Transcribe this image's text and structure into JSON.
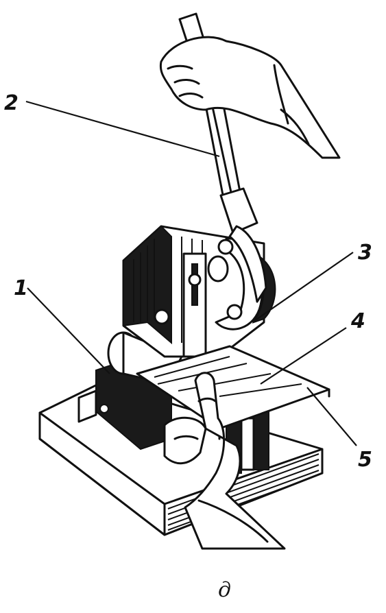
{
  "labels": {
    "l1": "1",
    "l2": "2",
    "l3": "3",
    "l4": "4",
    "l5": "5"
  },
  "caption": "д"
}
